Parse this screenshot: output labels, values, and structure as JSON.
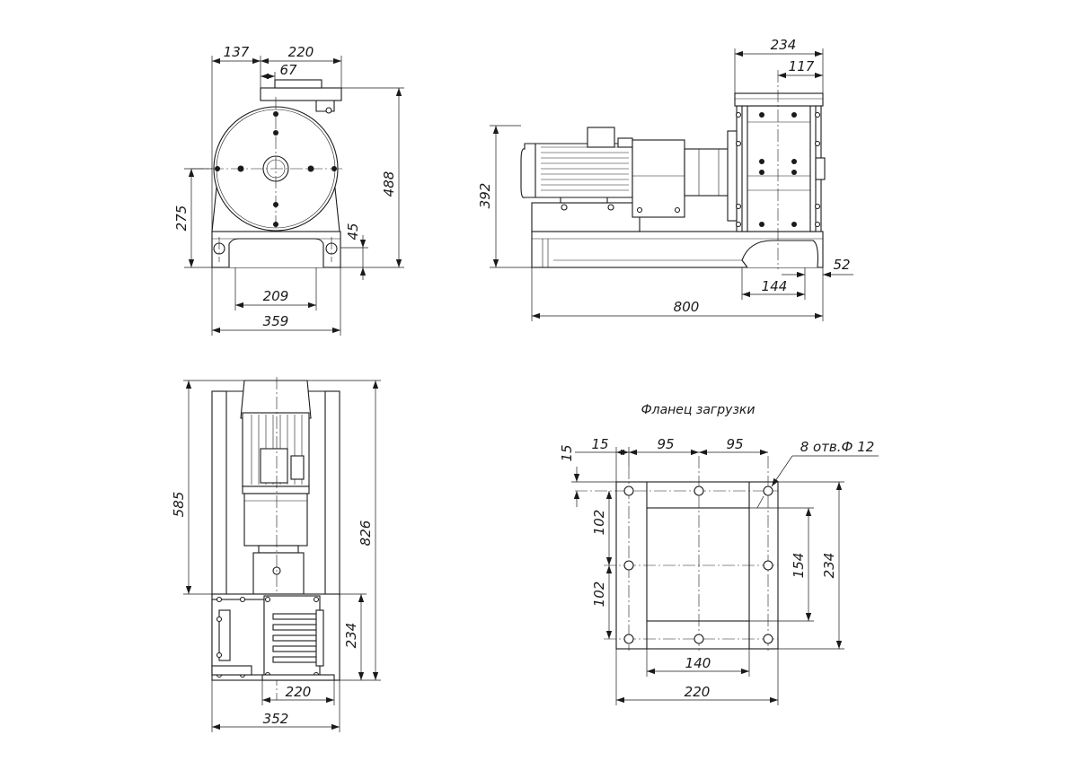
{
  "front_view": {
    "dims": {
      "top_left": "137",
      "top_width": "220",
      "flange_offset": "67",
      "height_total": "488",
      "height_axis": "275",
      "base_height": "45",
      "foot_spacing": "209",
      "base_width": "359"
    }
  },
  "side_view": {
    "dims": {
      "flange_width": "234",
      "flange_half": "117",
      "height": "392",
      "overhang": "52",
      "foot_offset": "144",
      "length": "800"
    }
  },
  "top_view": {
    "dims": {
      "motor_part": "585",
      "total_length": "826",
      "chamber": "234",
      "inlet_width": "220",
      "total_width": "352"
    }
  },
  "flange": {
    "caption": "Фланец загрузки",
    "dims": {
      "edge_top": "15",
      "edge_left": "15",
      "hole_pitch_1": "95",
      "hole_pitch_2": "95",
      "holes_note": "8 отв.Ф 12",
      "v_pitch_1": "102",
      "v_pitch_2": "102",
      "inner_height": "154",
      "outer_height": "234",
      "inner_width": "140",
      "outer_width": "220"
    }
  },
  "colors": {
    "line": "#1a1a1a",
    "hatch": "#cfcfcf",
    "paper": "#ffffff"
  }
}
